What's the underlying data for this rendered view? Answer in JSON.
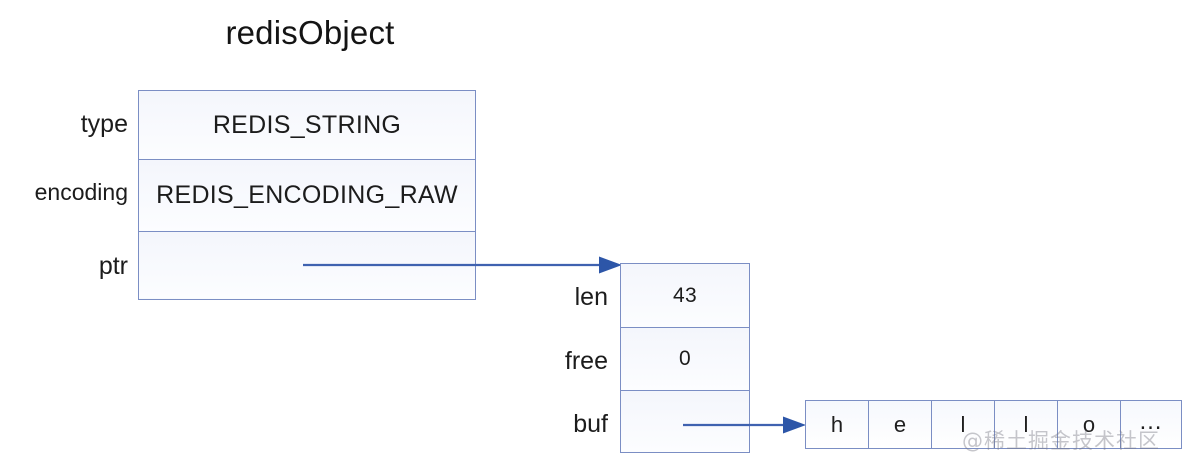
{
  "diagram": {
    "title": "redisObject",
    "watermark": "@稀土掘金技术社区",
    "accent_color": "#7b8ec4",
    "arrow_color": "#3f62b0",
    "background": "#ffffff"
  },
  "redis_object": {
    "fields": [
      {
        "label": "type",
        "value": "REDIS_STRING"
      },
      {
        "label": "encoding",
        "value": "REDIS_ENCODING_RAW"
      },
      {
        "label": "ptr",
        "value": ""
      }
    ]
  },
  "sds": {
    "fields": [
      {
        "label": "len",
        "value": "43"
      },
      {
        "label": "free",
        "value": "0"
      },
      {
        "label": "buf",
        "value": ""
      }
    ]
  },
  "buffer": {
    "cells": [
      "h",
      "e",
      "l",
      "l",
      "o",
      "…"
    ]
  }
}
